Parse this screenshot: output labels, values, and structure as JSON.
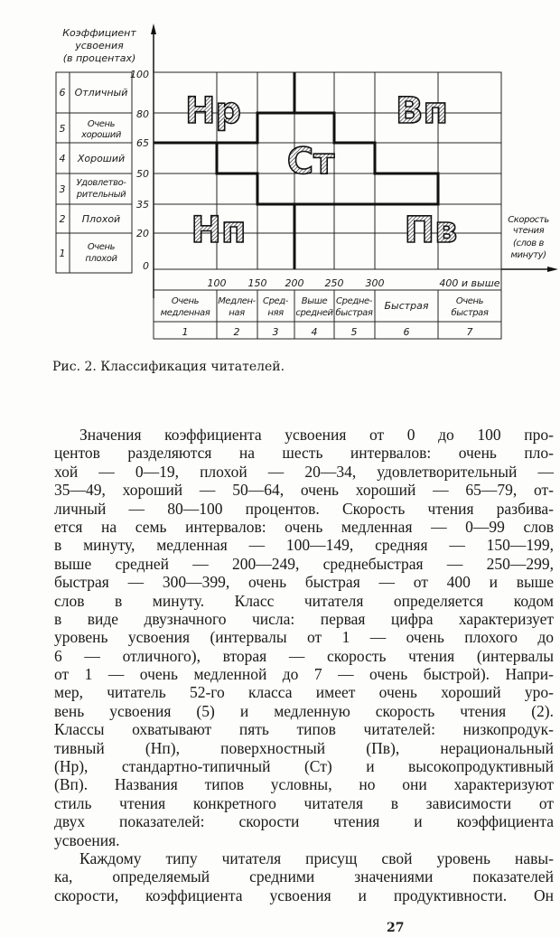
{
  "figure": {
    "y_axis_title": [
      "Коэффициент",
      "усвоения",
      "(в процентах)"
    ],
    "y_ticks": [
      "100",
      "80",
      "65",
      "50",
      "35",
      "20",
      "0"
    ],
    "comprehension_levels": [
      {
        "num": "6",
        "label": [
          "Отличный"
        ]
      },
      {
        "num": "5",
        "label": [
          "Очень",
          "хороший"
        ]
      },
      {
        "num": "4",
        "label": [
          "Хороший"
        ]
      },
      {
        "num": "3",
        "label": [
          "Удовлетво-",
          "рительный"
        ]
      },
      {
        "num": "2",
        "label": [
          "Плохой"
        ]
      },
      {
        "num": "1",
        "label": [
          "Очень",
          "плохой"
        ]
      }
    ],
    "x_axis_title": [
      "Скорость",
      "чтения",
      "(слов в",
      "минуту)"
    ],
    "x_ticks": [
      "100",
      "150",
      "200",
      "250",
      "300",
      "400 и выше"
    ],
    "speed_levels": [
      {
        "num": "1",
        "label": [
          "Очень",
          "медленная"
        ]
      },
      {
        "num": "2",
        "label": [
          "Медлен-",
          "ная"
        ]
      },
      {
        "num": "3",
        "label": [
          "Сред-",
          "няя"
        ]
      },
      {
        "num": "4",
        "label": [
          "Выше",
          "средней"
        ]
      },
      {
        "num": "5",
        "label": [
          "Средне-",
          "быстрая"
        ]
      },
      {
        "num": "6",
        "label": [
          "Быстрая"
        ]
      },
      {
        "num": "7",
        "label": [
          "Очень",
          "быстрая"
        ]
      }
    ],
    "regions": [
      "Нр",
      "Вп",
      "Ст",
      "Нп",
      "Пв"
    ],
    "caption": "Рис. 2. Классификация читателей."
  },
  "body_lines": [
    "Значения коэффициента усвоения от 0 до 100 про-",
    "центов разделяются на шесть интервалов: очень пло-",
    "хой — 0—19, плохой — 20—34, удовлетворительный —",
    "35—49, хороший — 50—64, очень хороший — 65—79, от-",
    "личный — 80—100 процентов. Скорость чтения разбива-",
    "ется на семь интервалов: очень медленная — 0—99 слов",
    "в минуту, медленная — 100—149, средняя — 150—199,",
    "выше средней — 200—249, среднебыстрая — 250—299,",
    "быстрая — 300—399, очень быстрая — от 400 и выше",
    "слов в минуту. Класс читателя определяется кодом",
    "в виде двузначного числа: первая цифра характеризует",
    "уровень усвоения (интервалы от 1 — очень плохого до",
    "6 — отличного), вторая — скорость чтения (интервалы",
    "от 1 — очень медленной до 7 — очень быстрой). Напри-",
    "мер, читатель 52-го класса имеет очень хороший уро-",
    "вень усвоения (5) и медленную скорость чтения (2).",
    "Классы охватывают пять типов читателей: низкопродук-",
    "тивный (Нп), поверхностный (Пв), нерациональный",
    "(Нр), стандартно-типичный (Ст) и высокопродуктивный",
    "(Вп). Названия типов условны, но они характеризуют",
    "стиль чтения конкретного читателя в зависимости от",
    "двух показателей: скорости чтения и коэффициента",
    "усвоения.",
    "Каждому типу читателя присущ свой уровень навы-",
    "ка, определяемый средними значениями показателей",
    "скорости, коэффициента усвоения и продуктивности. Он"
  ],
  "page_number": "27"
}
